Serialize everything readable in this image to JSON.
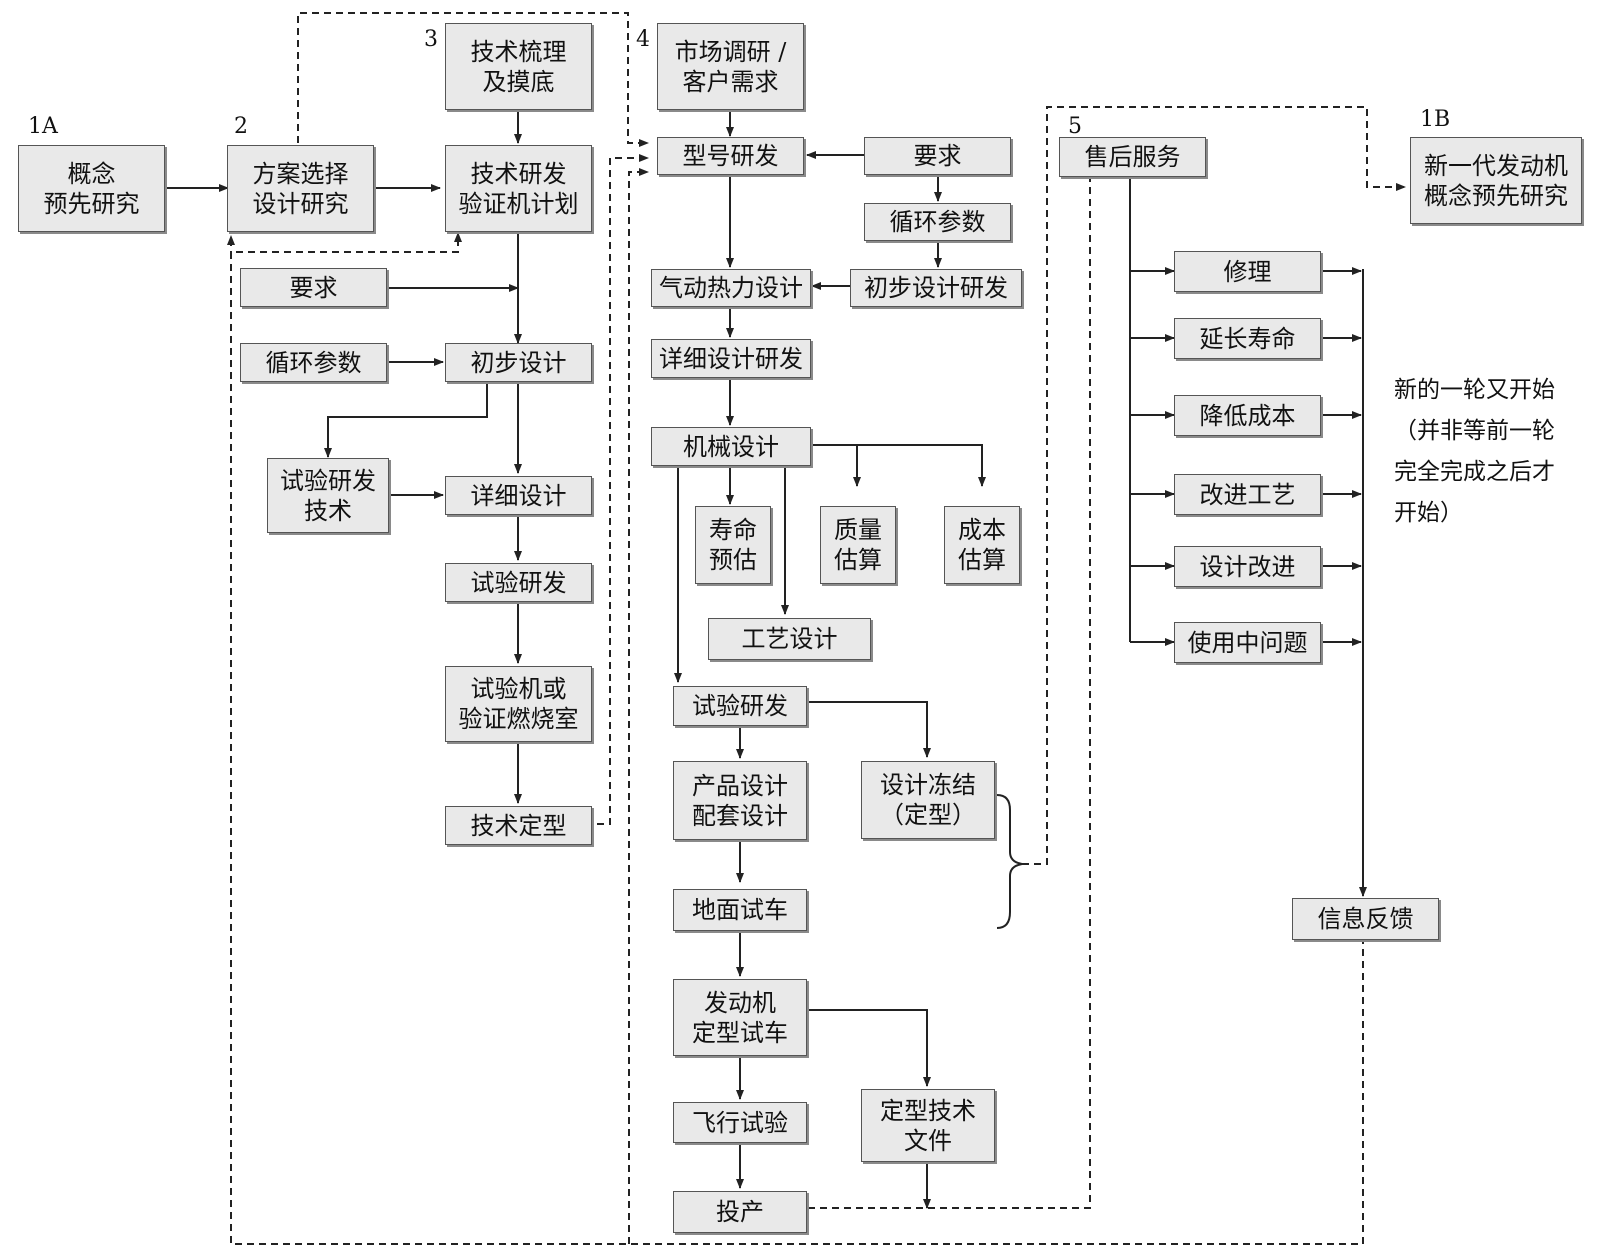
{
  "stage_labels": {
    "s1a": "1A",
    "s2": "2",
    "s3": "3",
    "s4": "4",
    "s5": "5",
    "s1b": "1B"
  },
  "boxes": {
    "concept": "概念\n预先研究",
    "scheme": "方案选择\n设计研究",
    "tech_sort": "技术梳理\n及摸底",
    "tech_plan": "技术研发\n验证机计划",
    "req_left": "要求",
    "cycle_left": "循环参数",
    "prelim_design": "初步设计",
    "test_tech": "试验研发\n技术",
    "detail_design": "详细设计",
    "test_dev_left": "试验研发",
    "test_engine": "试验机或\n验证燃烧室",
    "tech_final": "技术定型",
    "market": "市场调研 /\n客户需求",
    "model_dev": "型号研发",
    "req_right": "要求",
    "cycle_right": "循环参数",
    "aero": "气动热力设计",
    "prelim_dev": "初步设计研发",
    "detail_dev": "详细设计研发",
    "mech": "机械设计",
    "life": "寿命\n预估",
    "mass": "质量\n估算",
    "cost": "成本\n估算",
    "process": "工艺设计",
    "test_dev_mid": "试验研发",
    "freeze": "设计冻结\n（定型）",
    "product": "产品设计\n配套设计",
    "ground": "地面试车",
    "engine_final": "发动机\n定型试车",
    "flight": "飞行试验",
    "final_docs": "定型技术\n文件",
    "production": "投产",
    "after_sales": "售后服务",
    "repair": "修理",
    "extend_life": "延长寿命",
    "reduce_cost": "降低成本",
    "improve_process": "改进工艺",
    "design_improve": "设计改进",
    "use_issues": "使用中问题",
    "feedback": "信息反馈",
    "next_gen": "新一代发动机\n概念预先研究"
  },
  "note": "新的一轮又开始\n（并非等前一轮\n完全完成之后才\n开始）"
}
